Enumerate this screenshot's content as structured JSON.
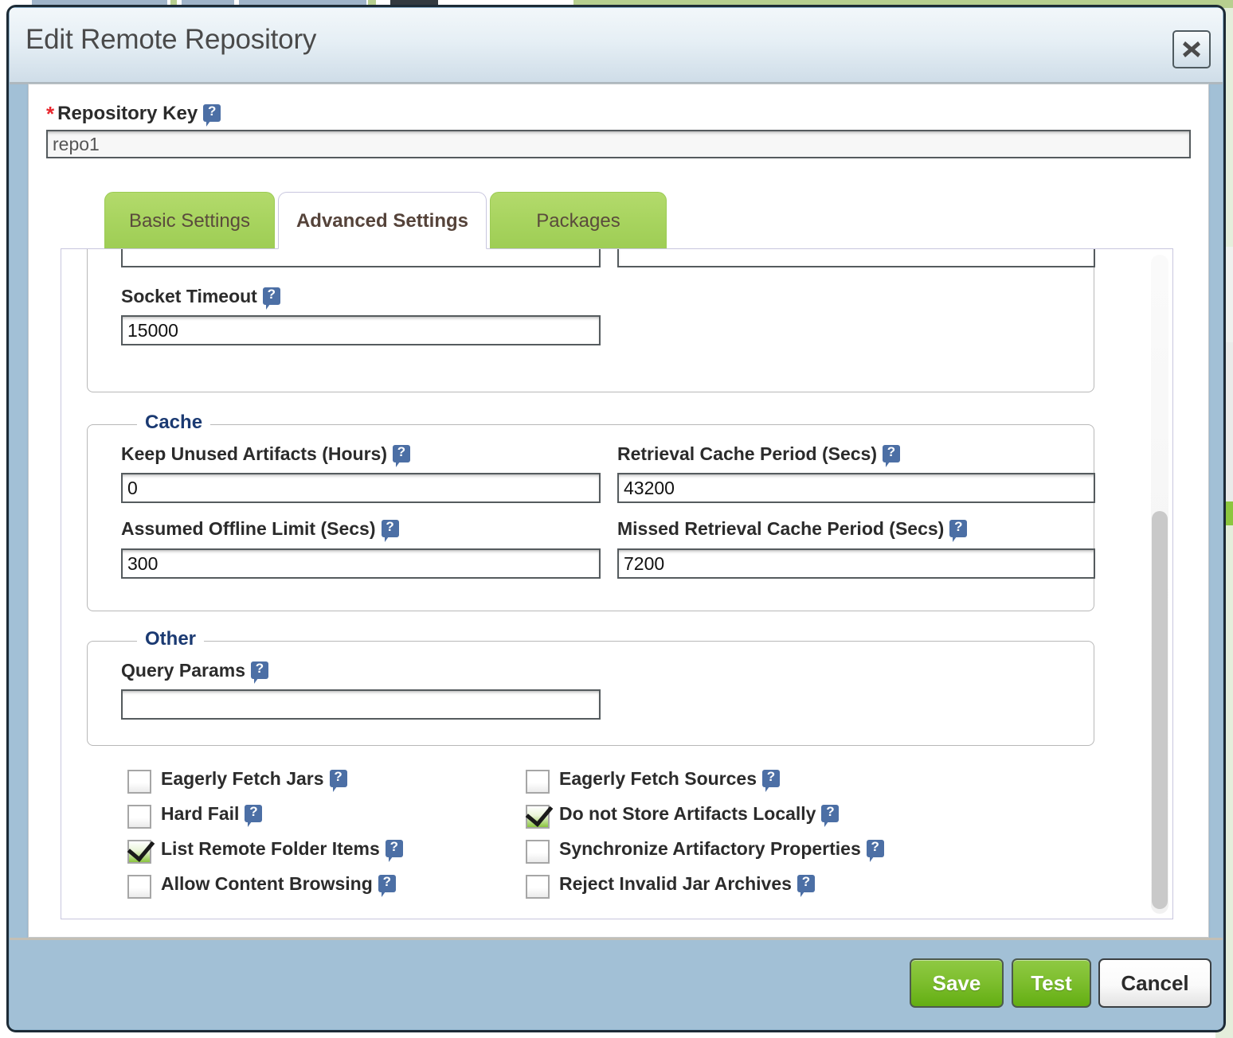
{
  "window": {
    "title": "Edit Remote Repository",
    "close_icon": "close-icon"
  },
  "repository_key": {
    "label": "Repository Key",
    "required_marker": "*",
    "value": "repo1",
    "placeholder": "",
    "help_icon": "help-icon"
  },
  "tabs": [
    {
      "label": "Basic Settings",
      "active": false
    },
    {
      "label": "Advanced Settings",
      "active": true
    },
    {
      "label": "Packages",
      "active": false
    }
  ],
  "network_section": {
    "socket_timeout": {
      "label": "Socket Timeout",
      "value": "15000"
    }
  },
  "cache_section": {
    "legend": "Cache",
    "fields": [
      {
        "label": "Keep Unused Artifacts (Hours)",
        "value": "0"
      },
      {
        "label": "Retrieval Cache Period (Secs)",
        "value": "43200"
      },
      {
        "label": "Assumed Offline Limit (Secs)",
        "value": "300"
      },
      {
        "label": "Missed Retrieval Cache Period (Secs)",
        "value": "7200"
      }
    ]
  },
  "other_section": {
    "legend": "Other",
    "fields": [
      {
        "label": "Query Params",
        "value": ""
      }
    ]
  },
  "checkboxes": {
    "left": [
      {
        "label": "Eagerly Fetch Jars",
        "checked": false
      },
      {
        "label": "Hard Fail",
        "checked": false
      },
      {
        "label": "List Remote Folder Items",
        "checked": true
      },
      {
        "label": "Allow Content Browsing",
        "checked": false
      }
    ],
    "right": [
      {
        "label": "Eagerly Fetch Sources",
        "checked": false
      },
      {
        "label": "Do not Store Artifacts Locally",
        "checked": true
      },
      {
        "label": "Synchronize Artifactory Properties",
        "checked": false
      },
      {
        "label": "Reject Invalid Jar Archives",
        "checked": false
      }
    ]
  },
  "footer": {
    "save_label": "Save",
    "test_label": "Test",
    "cancel_label": "Cancel"
  },
  "colors": {
    "tab_green": "#a8d45f",
    "button_green": "#7dbe2e",
    "legend_blue": "#1b3a72",
    "required_red": "#e8262d",
    "window_chrome_blue": "#a2c0d6",
    "help_icon_blue": "#4c6fa5"
  }
}
